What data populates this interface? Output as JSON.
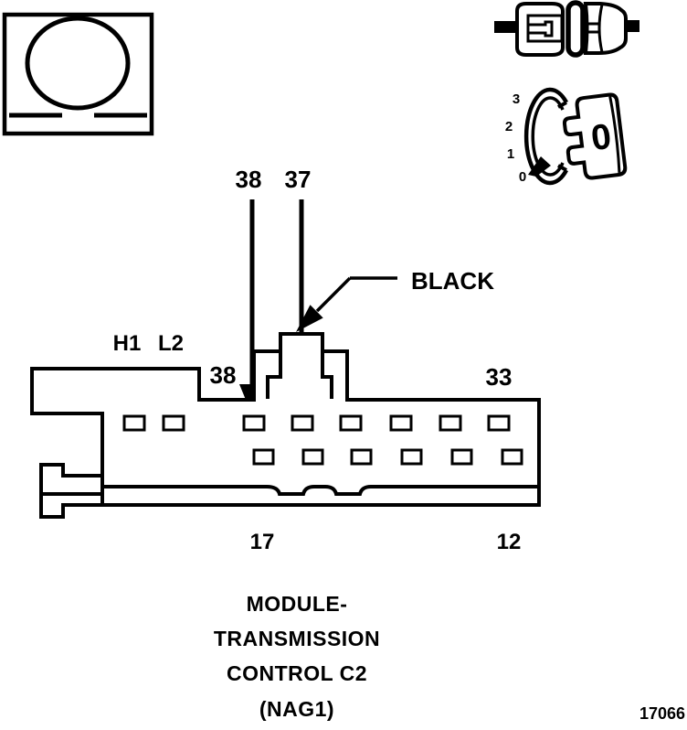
{
  "colors": {
    "line": "#000000",
    "background": "#ffffff"
  },
  "callouts": {
    "pin_left": "38",
    "pin_right": "37",
    "wire_color": "BLACK"
  },
  "connector": {
    "labels": {
      "h1": "H1",
      "l2": "L2",
      "top_row_first": "38",
      "top_row_last": "33",
      "bottom_row_first": "17",
      "bottom_row_last": "12"
    },
    "title_lines": [
      "MODULE-",
      "TRANSMISSION",
      "CONTROL C2",
      "(NAG1)"
    ]
  },
  "dial": {
    "positions": [
      "3",
      "2",
      "1",
      "0"
    ],
    "key_marking": "0"
  },
  "figure_number": "17066"
}
